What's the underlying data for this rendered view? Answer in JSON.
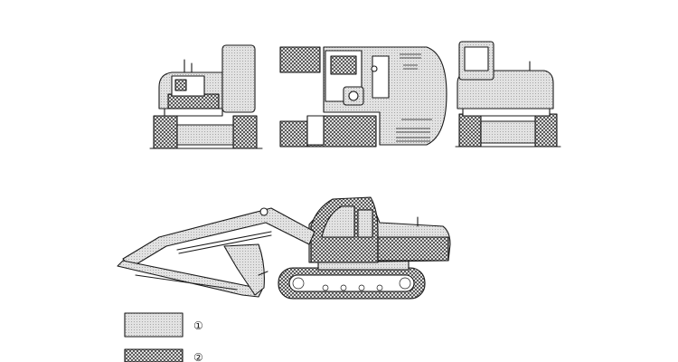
{
  "legend": {
    "items": [
      {
        "marker": "①",
        "pattern": "light-fill",
        "color": "#d4d4d4"
      },
      {
        "marker": "②",
        "pattern": "crosshatch",
        "color": "#6e6e6e"
      }
    ]
  },
  "colors": {
    "ink": "#1a1a1a",
    "paper": "#ffffff",
    "light_fill": "#d4d4d4",
    "crosshatch": "#6e6e6e"
  },
  "views": [
    "rear-view",
    "top-view",
    "front-view",
    "side-view"
  ]
}
